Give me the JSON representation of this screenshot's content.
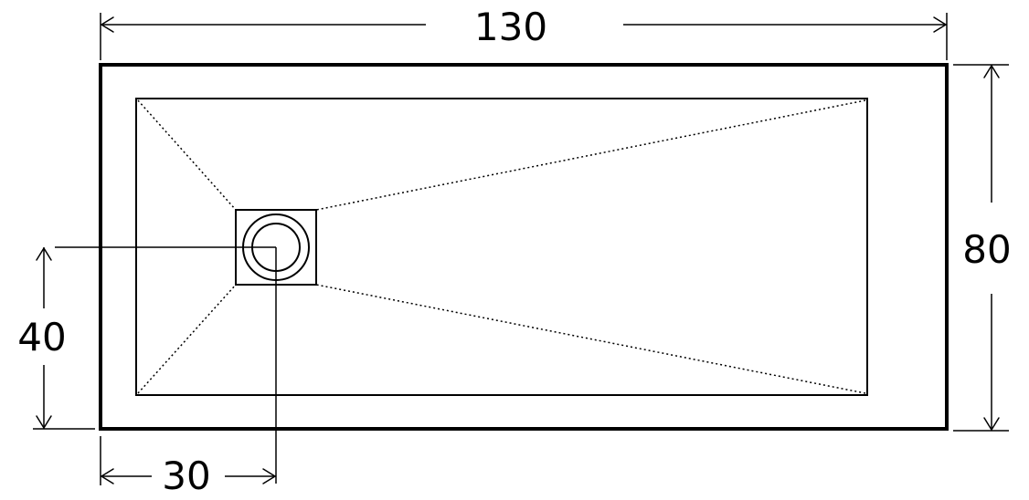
{
  "dimensions": {
    "width_label": "130",
    "depth_label": "80",
    "drain_from_side_label": "30",
    "drain_from_edge_label": "40"
  }
}
